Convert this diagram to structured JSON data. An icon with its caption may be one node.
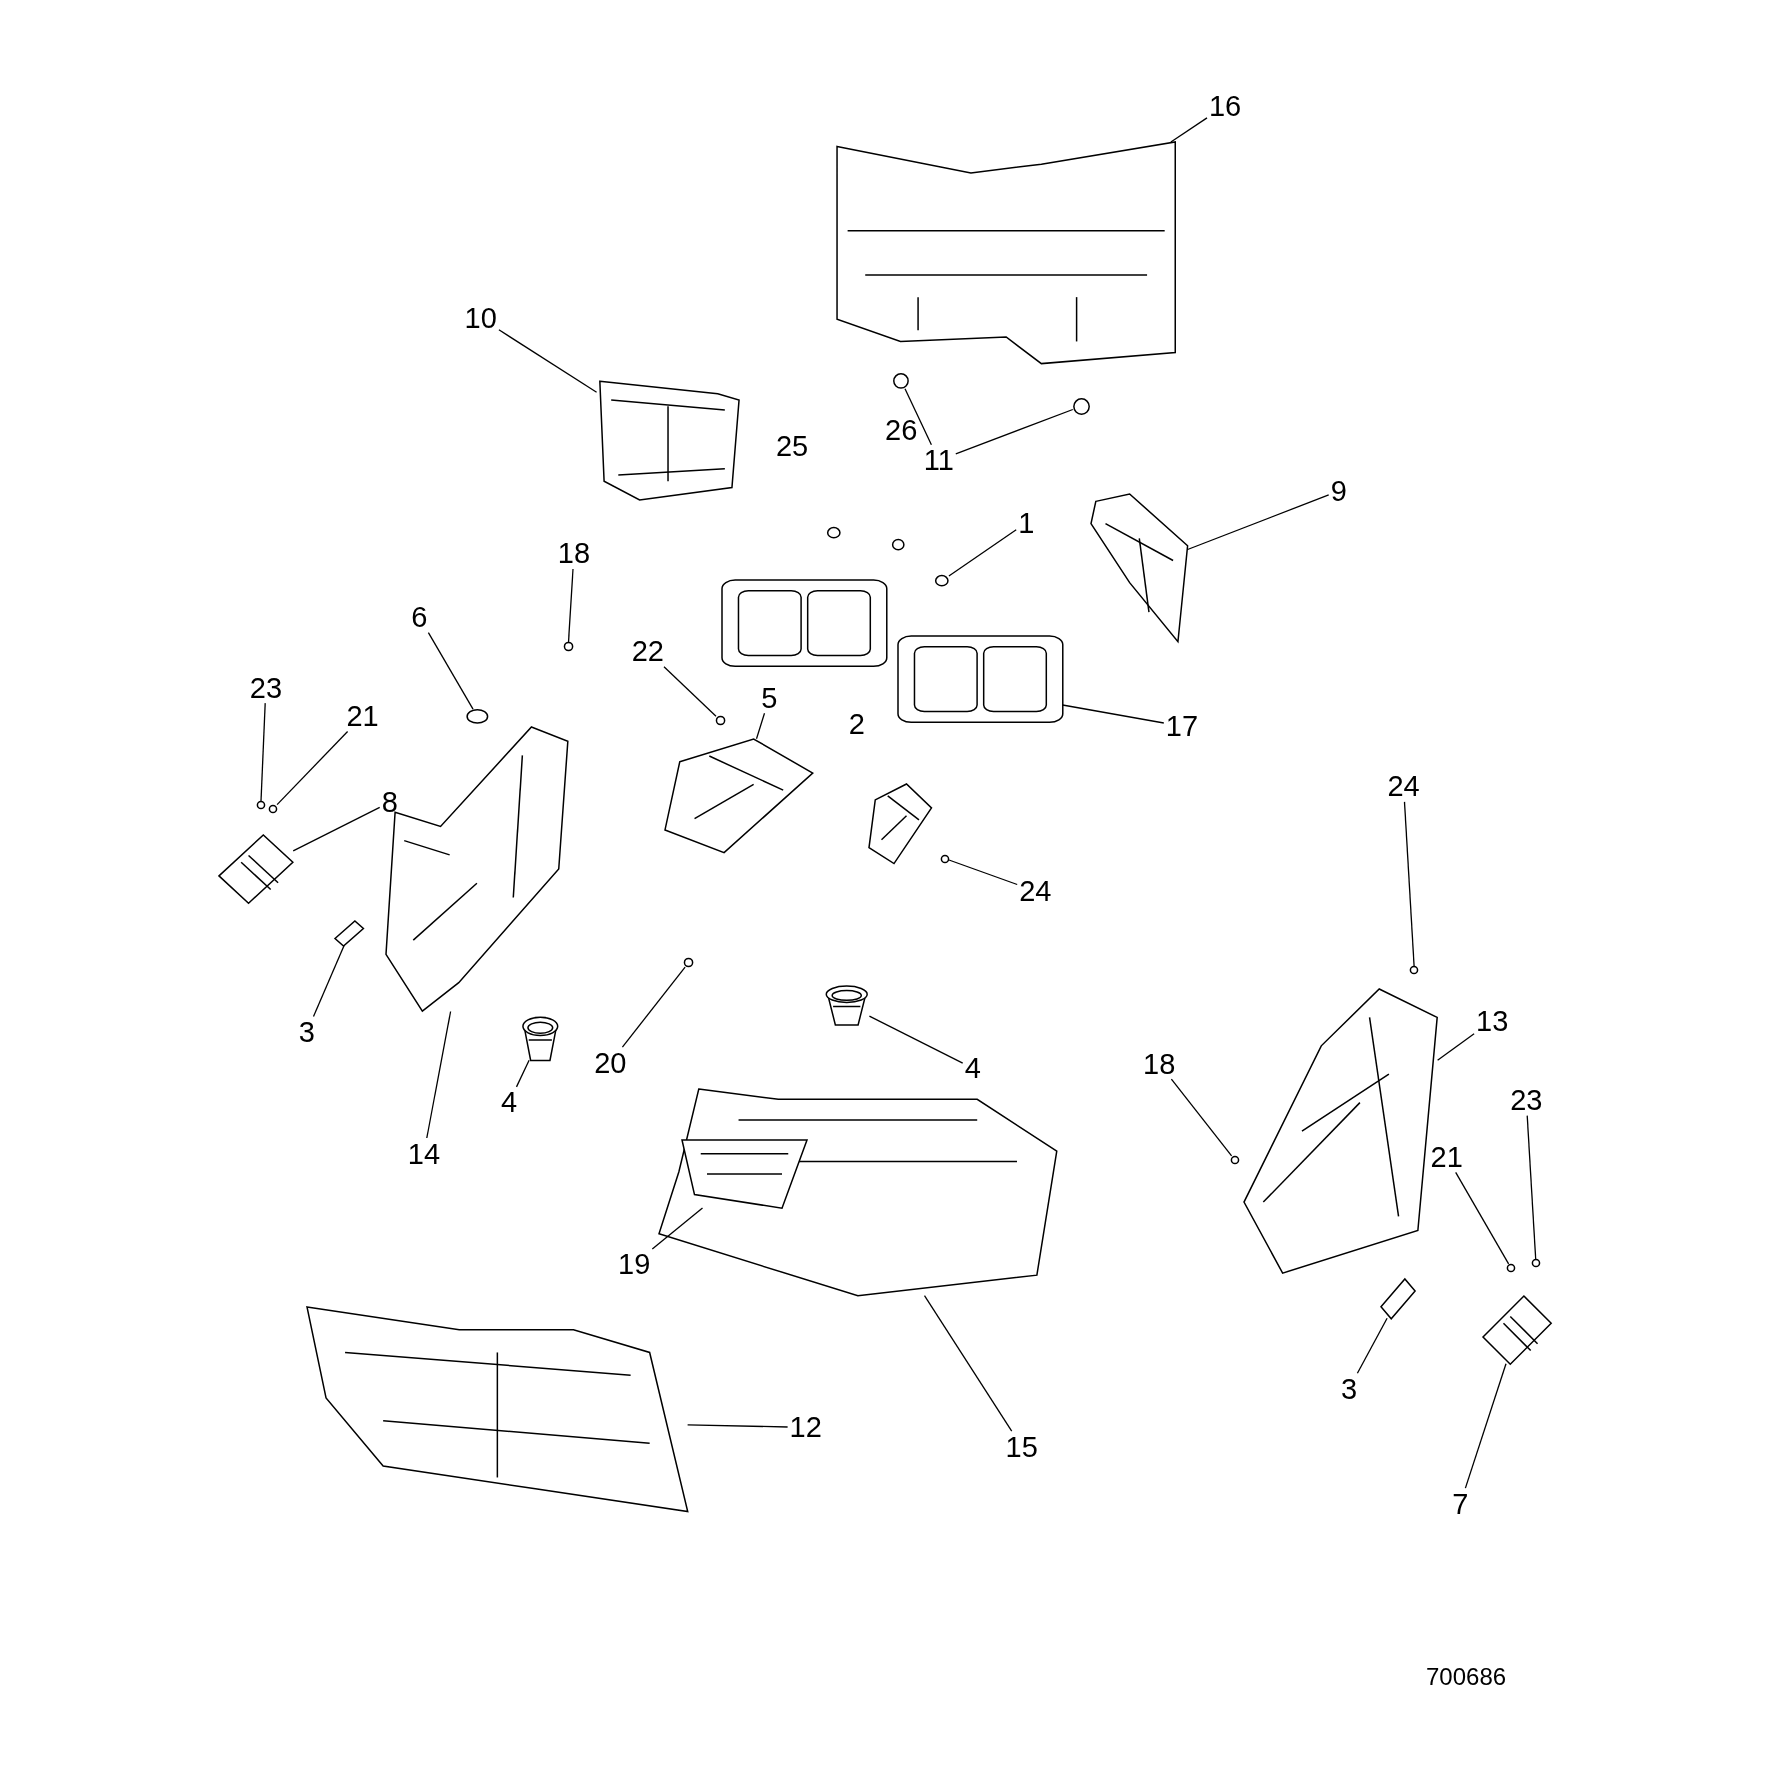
{
  "diagram": {
    "nodes": [
      {
        "text": [
          "16"
        ]
      },
      {
        "text": [],
        "shape": "picture"
      },
      {
        "text": [
          "10"
        ]
      },
      {
        "text": [],
        "shape": "picture"
      },
      {
        "text": [
          "11"
        ]
      },
      {
        "text": [],
        "shape": "circle"
      },
      {
        "text": [],
        "shape": "circle"
      },
      {
        "text": [
          "1"
        ]
      },
      {
        "text": [],
        "shape": "circle"
      },
      {
        "text": [
          "9"
        ]
      },
      {
        "text": [],
        "shape": "picture"
      },
      {
        "text": [
          "18"
        ]
      },
      {
        "text": [],
        "shape": "circle"
      },
      {
        "text": [
          "6"
        ]
      },
      {
        "text": [],
        "shape": "circle"
      },
      {
        "text": [
          "22"
        ]
      },
      {
        "text": [],
        "shape": "circle"
      },
      {
        "text": [
          "5"
        ]
      },
      {
        "text": [],
        "shape": "picture"
      },
      {
        "text": [
          "17"
        ]
      },
      {
        "text": [],
        "shape": "picture"
      },
      {
        "text": [
          "23"
        ]
      },
      {
        "text": [],
        "shape": "circle"
      },
      {
        "text": [
          "21"
        ]
      },
      {
        "text": [],
        "shape": "circle"
      },
      {
        "text": [
          "8"
        ]
      },
      {
        "text": [],
        "shape": "picture"
      },
      {
        "text": [
          "24"
        ]
      },
      {
        "text": [],
        "shape": "circle"
      },
      {
        "text": [
          "24"
        ]
      },
      {
        "text": [],
        "shape": "circle"
      },
      {
        "text": [
          "3"
        ]
      },
      {
        "text": [],
        "shape": "picture"
      },
      {
        "text": [
          "14"
        ]
      },
      {
        "text": [],
        "shape": "picture"
      },
      {
        "text": [
          "4"
        ]
      },
      {
        "text": [],
        "shape": "picture"
      },
      {
        "text": [
          "20"
        ]
      },
      {
        "text": [],
        "shape": "circle"
      },
      {
        "text": [
          "4"
        ]
      },
      {
        "text": [],
        "shape": "picture"
      },
      {
        "text": [
          "13"
        ]
      },
      {
        "text": [],
        "shape": "picture"
      },
      {
        "text": [
          "18"
        ]
      },
      {
        "text": [],
        "shape": "circle"
      },
      {
        "text": [
          "23"
        ]
      },
      {
        "text": [],
        "shape": "circle"
      },
      {
        "text": [
          "21"
        ]
      },
      {
        "text": [],
        "shape": "circle"
      },
      {
        "text": [
          "15"
        ]
      },
      {
        "text": [],
        "shape": "picture"
      },
      {
        "text": [
          "19"
        ]
      },
      {
        "text": [],
        "shape": "picture",
        "in": 50
      },
      {
        "text": [
          "12"
        ]
      },
      {
        "text": [],
        "shape": "picture"
      },
      {
        "text": [
          "3"
        ]
      },
      {
        "text": [],
        "shape": "picture"
      },
      {
        "text": [
          "7"
        ]
      },
      {
        "text": [],
        "shape": "picture"
      }
    ],
    "edges": [
      {
        "from": 0,
        "to": 1,
        "arrow": "none"
      },
      {
        "from": 2,
        "to": 3,
        "arrow": "none"
      },
      {
        "from": 4,
        "to": 5,
        "arrow": "none"
      },
      {
        "from": 4,
        "to": 6,
        "arrow": "none"
      },
      {
        "from": 7,
        "to": 8,
        "arrow": "none"
      },
      {
        "from": 9,
        "to": 10,
        "arrow": "none"
      },
      {
        "from": 11,
        "to": 12,
        "arrow": "none"
      },
      {
        "from": 13,
        "to": 14,
        "arrow": "none"
      },
      {
        "from": 15,
        "to": 16,
        "arrow": "none"
      },
      {
        "from": 17,
        "to": 18,
        "arrow": "none"
      },
      {
        "from": 19,
        "to": 20,
        "arrow": "none"
      },
      {
        "from": 21,
        "to": 22,
        "arrow": "none"
      },
      {
        "from": 23,
        "to": 24,
        "arrow": "none"
      },
      {
        "from": 25,
        "to": 26,
        "arrow": "none"
      },
      {
        "from": 27,
        "to": 28,
        "arrow": "none"
      },
      {
        "from": 29,
        "to": 30,
        "arrow": "none"
      },
      {
        "from": 31,
        "to": 32,
        "arrow": "none"
      },
      {
        "from": 33,
        "to": 34,
        "arrow": "none"
      },
      {
        "from": 35,
        "to": 36,
        "arrow": "none"
      },
      {
        "from": 37,
        "to": 38,
        "arrow": "none"
      },
      {
        "from": 39,
        "to": 40,
        "arrow": "none"
      },
      {
        "from": 41,
        "to": 42,
        "arrow": "none"
      },
      {
        "from": 43,
        "to": 44,
        "arrow": "none"
      },
      {
        "from": 45,
        "to": 46,
        "arrow": "none"
      },
      {
        "from": 47,
        "to": 48,
        "arrow": "none"
      },
      {
        "from": 49,
        "to": 50,
        "arrow": "none"
      },
      {
        "from": 51,
        "to": 52,
        "arrow": "none"
      },
      {
        "from": 53,
        "to": 54,
        "arrow": "none"
      },
      {
        "from": 55,
        "to": 56,
        "arrow": "none"
      },
      {
        "from": 57,
        "to": 58,
        "arrow": "none"
      }
    ],
    "labels": [
      "25",
      "26",
      "2",
      "700686"
    ]
  }
}
